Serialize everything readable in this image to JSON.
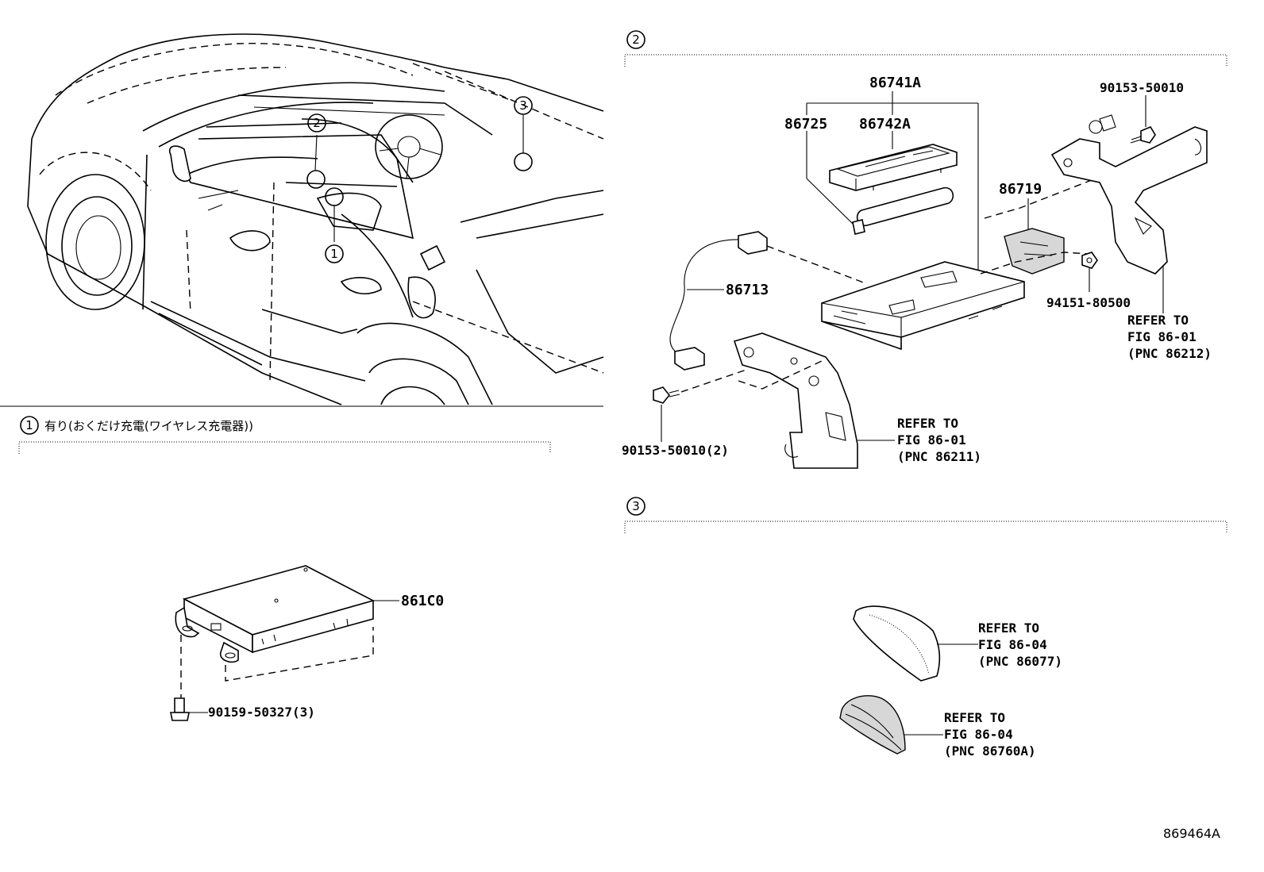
{
  "sections": {
    "s1": {
      "number": "1",
      "title": "有り(おくだけ充電(ワイヤレス充電器))"
    },
    "s2": {
      "number": "2"
    },
    "s3": {
      "number": "3"
    }
  },
  "car": {
    "markers": [
      "1",
      "2",
      "3"
    ]
  },
  "parts": {
    "p861C0": "861C0",
    "p90159": "90159-50327(3)",
    "p86741A": "86741A",
    "p86725": "86725",
    "p86742A": "86742A",
    "p86713": "86713",
    "p86719": "86719",
    "p90153a": "90153-50010",
    "p90153b": "90153-50010(2)",
    "p94151": "94151-80500"
  },
  "refers": {
    "r86212": [
      "REFER TO",
      "FIG 86-01",
      "(PNC 86212)"
    ],
    "r86211": [
      "REFER TO",
      "FIG 86-01",
      "(PNC 86211)"
    ],
    "r86077": [
      "REFER TO",
      "FIG 86-04",
      "(PNC 86077)"
    ],
    "r86760A": [
      "REFER TO",
      "FIG 86-04",
      "(PNC 86760A)"
    ]
  },
  "figure_id": "869464A"
}
